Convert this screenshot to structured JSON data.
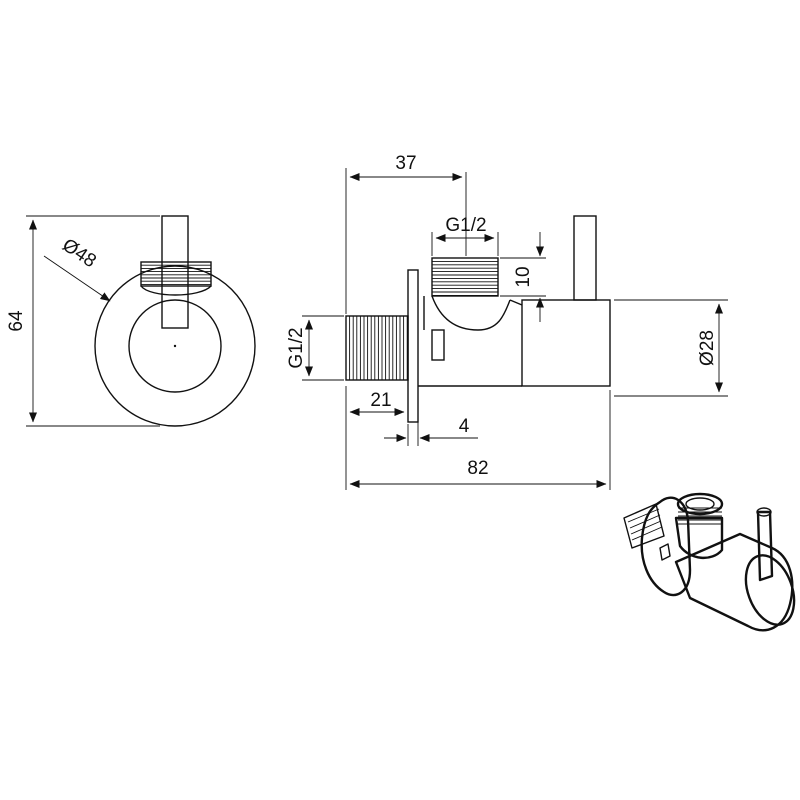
{
  "front_view": {
    "height_label": "64",
    "diameter_label": "Ø48"
  },
  "side_view": {
    "offset_label": "37",
    "outlet_thread_label": "G1/2",
    "outlet_thread_length_label": "10",
    "inlet_thread_label": "G1/2",
    "body_diameter_label": "Ø28",
    "inlet_length_label": "21",
    "flange_thickness_label": "4",
    "overall_length_label": "82"
  }
}
